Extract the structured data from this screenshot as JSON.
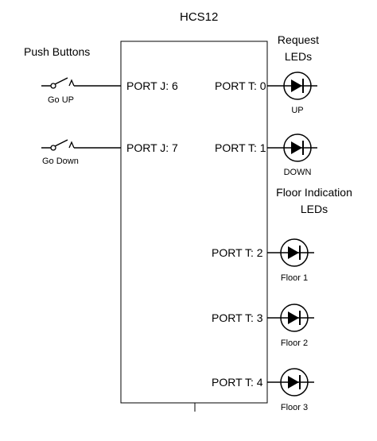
{
  "chip": {
    "title": "HCS12"
  },
  "push_buttons": {
    "heading": "Push Buttons",
    "buttons": [
      {
        "label": "Go UP",
        "port": "PORT J: 6"
      },
      {
        "label": "Go Down",
        "port": "PORT J: 7"
      }
    ]
  },
  "request_leds": {
    "heading_line1": "Request",
    "heading_line2": "LEDs",
    "leds": [
      {
        "port": "PORT T: 0",
        "label": "UP"
      },
      {
        "port": "PORT T: 1",
        "label": "DOWN"
      }
    ]
  },
  "floor_leds": {
    "heading_line1": "Floor Indication",
    "heading_line2": "LEDs",
    "leds": [
      {
        "port": "PORT T: 2",
        "label": "Floor 1"
      },
      {
        "port": "PORT T: 3",
        "label": "Floor 2"
      },
      {
        "port": "PORT T: 4",
        "label": "Floor 3"
      }
    ]
  }
}
